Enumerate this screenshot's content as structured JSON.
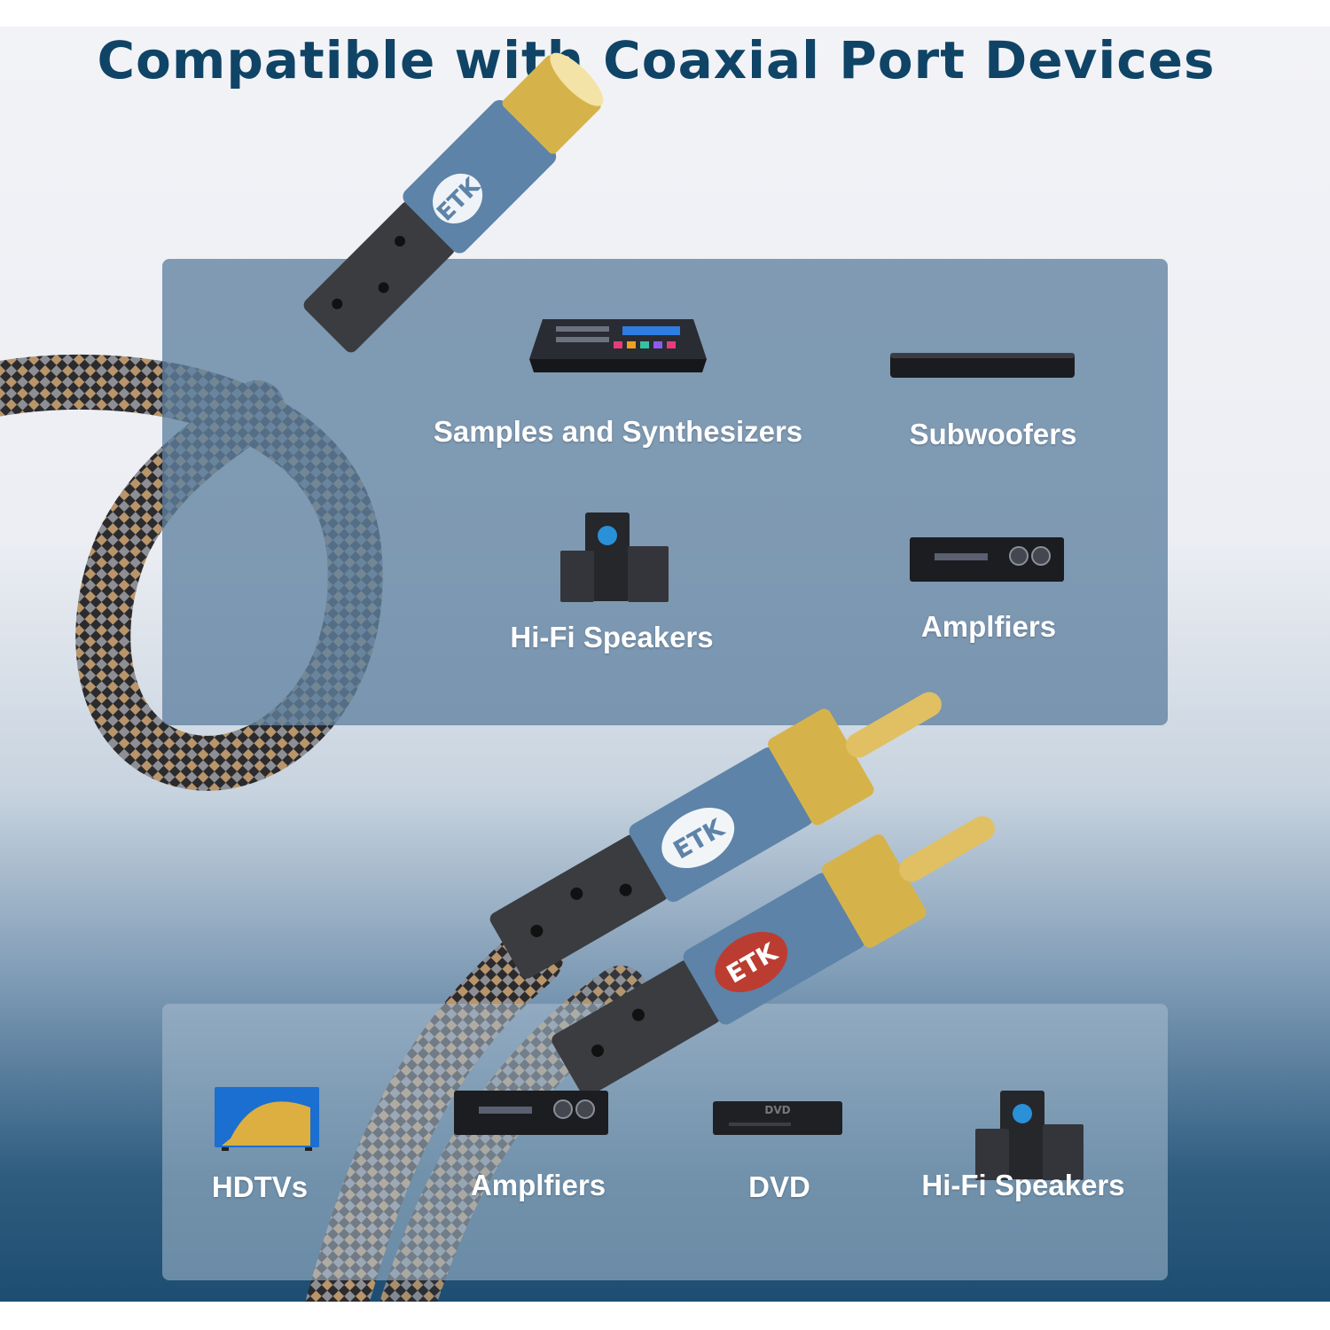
{
  "title": "Compatible with Coaxial Port Devices",
  "brand": {
    "logo_text": "ETK",
    "accent_blue": "#5d83a8",
    "accent_red": "#c0392b",
    "gold": "#d6b34a"
  },
  "top_devices": [
    {
      "label": "Samples and Synthesizers",
      "icon": "mixer-icon"
    },
    {
      "label": "Subwoofers",
      "icon": "subwoofer-icon"
    },
    {
      "label": "Hi-Fi Speakers",
      "icon": "speakers-icon"
    },
    {
      "label": "Amplfiers",
      "icon": "amplifier-icon"
    }
  ],
  "bottom_devices": [
    {
      "label": "HDTVs",
      "icon": "tv-icon"
    },
    {
      "label": "Amplfiers",
      "icon": "amplifier-icon"
    },
    {
      "label": "DVD",
      "icon": "dvd-player-icon"
    },
    {
      "label": "Hi-Fi Speakers",
      "icon": "speakers-icon"
    }
  ],
  "icon_text": {
    "dvd": "DVD"
  }
}
